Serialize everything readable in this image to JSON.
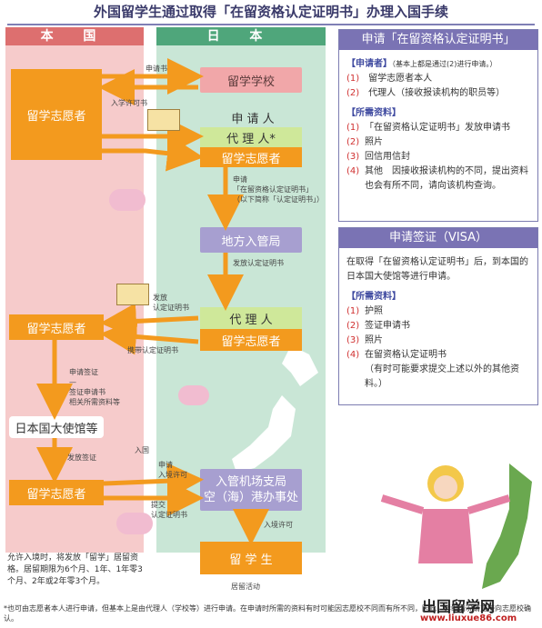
{
  "title": "外国留学生通过取得「在留资格认定证明书」办理入国手续",
  "columns": {
    "home": "本 国",
    "japan": "日 本"
  },
  "boxes": {
    "applicant_home": "留学志愿者",
    "school": "留学学校",
    "applicant_label": "申 请 人",
    "agent": "代 理 人*",
    "applicant_jp": "留学志愿者",
    "immigration_bureau": "地方入管局",
    "agent2": "代 理 人",
    "applicant_jp2": "留学志愿者",
    "applicant_home2": "留学志愿者",
    "embassy": "日本国大使馆等",
    "applicant_home3": "留学志愿者",
    "airport_office": "入管机场支局\n空（海）港办事处",
    "student": "留 学 生"
  },
  "labels": {
    "apply_form": "申请书",
    "admission_permit": "入学许可书",
    "apply_cert": "申请\n「在留资格认定证明书」\n（以下简称「认定证明书」）",
    "issue_cert": "发放认定证明书",
    "issue_cert2": "发放\n认定证明书",
    "carry_cert": "携带认定证明书",
    "apply_visa": "申请签证\n—\n签证申请书\n相关所需资料等",
    "issue_visa": "发放签证",
    "entry": "入国",
    "apply_entry": "申请\n入境许可",
    "submit_cert": "提交\n认定证明书",
    "entry_permit": "入境许可",
    "residence_activity": "居留活动"
  },
  "note_left": "允许入境时，将发放「留学」居留资格。居留期限为6个月、1年、1年零3个月、2年或2年零3个月。",
  "footnote": "*也可由志愿者本人进行申请，但基本上是由代理人（学校等）进行申请。在申请时所需的资料有时可能因志愿校不同而有所不同，因此，详细情况请直接向志愿校确认。",
  "panel1": {
    "header": "申请「在留资格认定证明书」",
    "applicant_section": "【申请者】",
    "applicant_note": "（基本上都是通过(2)进行申请。）",
    "applicants": [
      "(1)",
      "留学志愿者本人",
      "(2)",
      "代理人（接收报读机构的职员等）"
    ],
    "docs_section": "【所需资料】",
    "docs": [
      {
        "n": "(1)",
        "t": "「在留资格认定证明书」发放申请书"
      },
      {
        "n": "(2)",
        "t": "照片"
      },
      {
        "n": "(3)",
        "t": "回信用信封"
      },
      {
        "n": "(4)",
        "t": "其他　因接收报读机构的不同，提出资料也会有所不同，请向该机构查询。"
      }
    ]
  },
  "panel2": {
    "header": "申请签证（VISA）",
    "intro": "在取得「在留资格认定证明书」后，到本国的日本国大使馆等进行申请。",
    "docs_section": "【所需资料】",
    "docs": [
      {
        "n": "(1)",
        "t": "护照"
      },
      {
        "n": "(2)",
        "t": "签证申请书"
      },
      {
        "n": "(3)",
        "t": "照片"
      },
      {
        "n": "(4)",
        "t": "在留资格认定证明书"
      }
    ],
    "docs_note": "（有时可能要求提交上述以外的其他资料。）"
  },
  "watermark": {
    "cn": "出国留学网",
    "url": "www.liuxue86.com"
  },
  "colors": {
    "orange": "#f39a1e",
    "pink": "#f1a7a9",
    "violet": "#a79fd0",
    "green": "#4fa67b",
    "red": "#dd6f6f"
  }
}
